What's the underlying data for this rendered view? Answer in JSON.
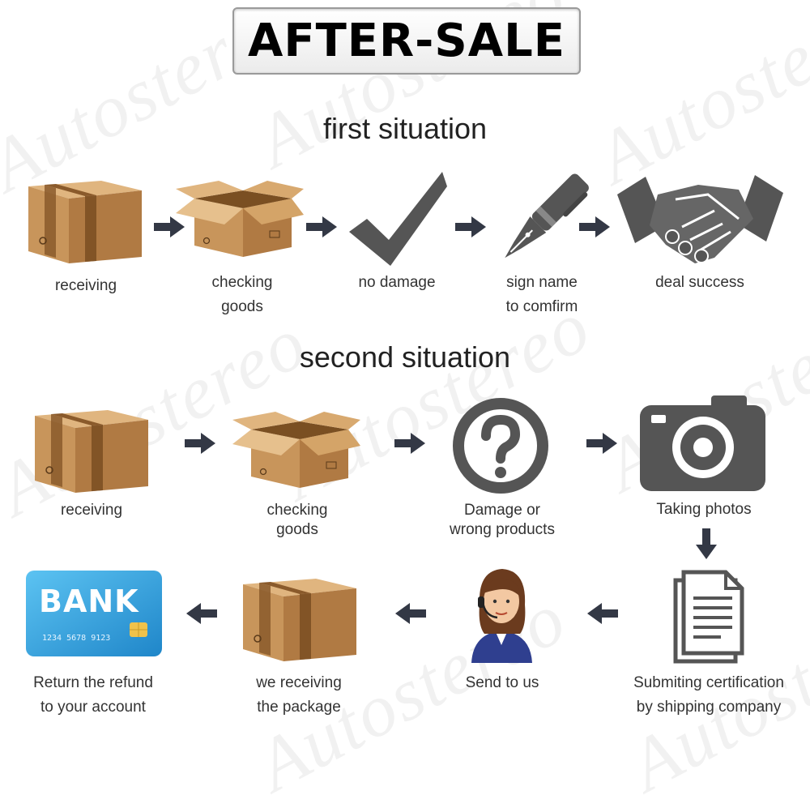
{
  "title": "AFTER-SALE",
  "watermark": "Autostereo",
  "colors": {
    "box_main": "#c8955b",
    "box_light": "#e0b57f",
    "box_dark": "#a8743f",
    "tape": "#8a5a2b",
    "icon_gray": "#555555",
    "arrow": "#333845",
    "bank_blue": "#3aa9e6"
  },
  "sections": {
    "first": "first situation",
    "second": "second situation"
  },
  "first_flow": [
    {
      "icon": "closed-box-icon",
      "label": "receiving"
    },
    {
      "icon": "open-box-icon",
      "label": "checking\ngoods"
    },
    {
      "icon": "checkmark-icon",
      "label": "no damage"
    },
    {
      "icon": "pen-icon",
      "label": "sign name\nto comfirm"
    },
    {
      "icon": "handshake-icon",
      "label": "deal success"
    }
  ],
  "second_flow": [
    {
      "icon": "closed-box-icon",
      "label": "receiving"
    },
    {
      "icon": "open-box-icon",
      "label": "checking\ngoods"
    },
    {
      "icon": "question-icon",
      "label": "Damage or\nwrong products"
    },
    {
      "icon": "camera-icon",
      "label": "Taking photos"
    }
  ],
  "return_flow": [
    {
      "icon": "document-icon",
      "label": "Submiting certification\nby shipping company"
    },
    {
      "icon": "customer-service-icon",
      "label": "Send to us"
    },
    {
      "icon": "closed-box-icon",
      "label": "we receiving\nthe package"
    },
    {
      "icon": "bank-card-icon",
      "label": "Return the refund\nto your account"
    }
  ],
  "bank_card": {
    "brand": "BANK",
    "number": "1234 5678 9123"
  }
}
